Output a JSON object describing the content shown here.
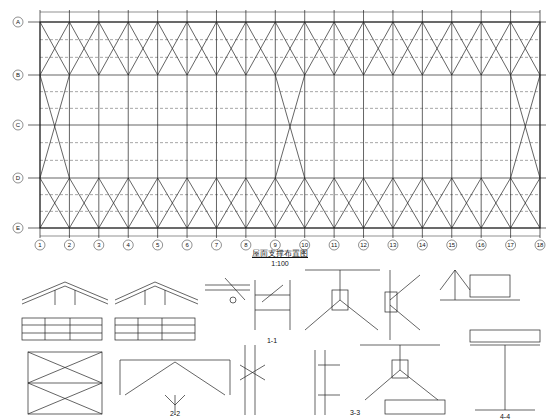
{
  "diagram": {
    "labels": [
      "屋面支撑布置图",
      "1:100",
      "1",
      "2",
      "3",
      "4",
      "5",
      "6",
      "7",
      "8",
      "9",
      "10",
      "11",
      "12",
      "13",
      "14",
      "15",
      "16",
      "17",
      "18",
      "A",
      "B",
      "C",
      "D",
      "E",
      "1-1",
      "2-2",
      "3-3",
      "4-4"
    ]
  }
}
